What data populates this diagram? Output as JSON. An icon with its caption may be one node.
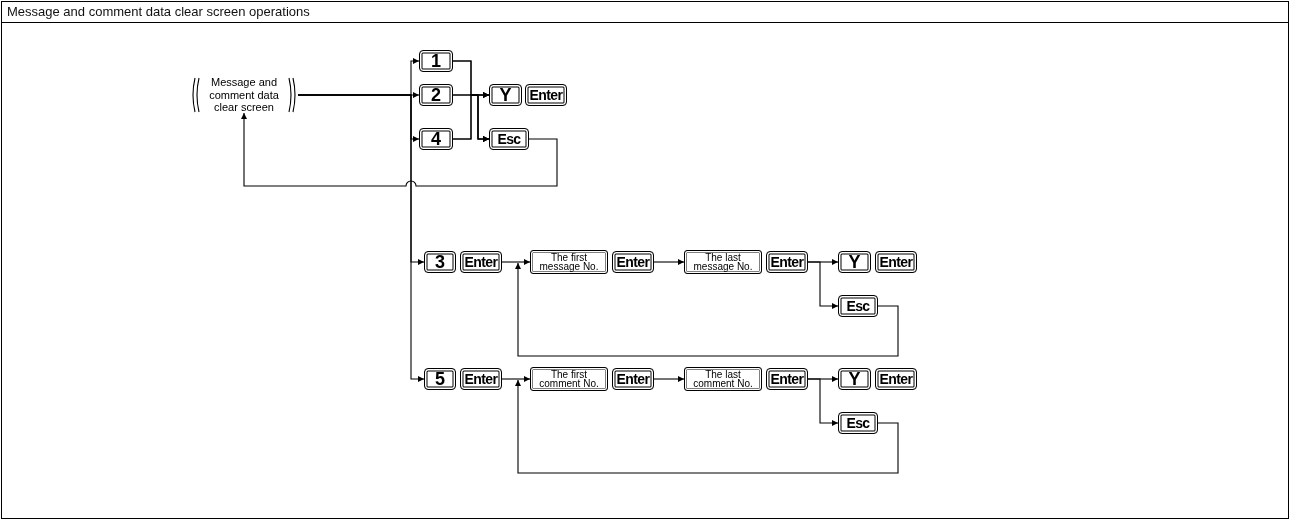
{
  "diagram": {
    "title": "Message and comment data clear screen operations",
    "nodes": [
      {
        "text": [
          "Message and comment data clear screen"
        ]
      },
      {
        "text": [
          "1"
        ]
      },
      {
        "text": [
          "2"
        ]
      },
      {
        "text": [
          "4"
        ]
      },
      {
        "text": [
          "Y"
        ]
      },
      {
        "text": [
          "Enter"
        ]
      },
      {
        "text": [
          "Esc"
        ]
      },
      {
        "text": [
          "3"
        ]
      },
      {
        "text": [
          "Enter"
        ]
      },
      {
        "text": [
          "The first message No."
        ]
      },
      {
        "text": [
          "Enter"
        ]
      },
      {
        "text": [
          "The last message No."
        ]
      },
      {
        "text": [
          "Enter"
        ]
      },
      {
        "text": [
          "Y"
        ]
      },
      {
        "text": [
          "Enter"
        ]
      },
      {
        "text": [
          "Esc"
        ]
      },
      {
        "text": [
          "5"
        ]
      },
      {
        "text": [
          "Enter"
        ]
      },
      {
        "text": [
          "The first comment No."
        ]
      },
      {
        "text": [
          "Enter"
        ]
      },
      {
        "text": [
          "The last comment No."
        ]
      },
      {
        "text": [
          "Enter"
        ]
      },
      {
        "text": [
          "Y"
        ]
      },
      {
        "text": [
          "Enter"
        ]
      },
      {
        "text": [
          "Esc"
        ]
      }
    ],
    "edges": [
      {
        "from": 0,
        "to": 1,
        "arrow": "to"
      },
      {
        "from": 0,
        "to": 2,
        "arrow": "to"
      },
      {
        "from": 0,
        "to": 3,
        "arrow": "to"
      },
      {
        "from": 0,
        "to": 7,
        "arrow": "to"
      },
      {
        "from": 0,
        "to": 16,
        "arrow": "to"
      },
      {
        "from": 1,
        "to": 4,
        "arrow": "to"
      },
      {
        "from": 2,
        "to": 4,
        "arrow": "to"
      },
      {
        "from": 3,
        "to": 4,
        "arrow": "to"
      },
      {
        "from": 1,
        "to": 6,
        "arrow": "to"
      },
      {
        "from": 2,
        "to": 6,
        "arrow": "to"
      },
      {
        "from": 3,
        "to": 6,
        "arrow": "to"
      },
      {
        "from": 6,
        "to": 0,
        "arrow": "to"
      },
      {
        "from": 8,
        "to": 9,
        "arrow": "to"
      },
      {
        "from": 10,
        "to": 11,
        "arrow": "to"
      },
      {
        "from": 12,
        "to": 13,
        "arrow": "to"
      },
      {
        "from": 12,
        "to": 15,
        "arrow": "to"
      },
      {
        "from": 15,
        "to": 9,
        "arrow": "to"
      },
      {
        "from": 17,
        "to": 18,
        "arrow": "to"
      },
      {
        "from": 19,
        "to": 20,
        "arrow": "to"
      },
      {
        "from": 21,
        "to": 22,
        "arrow": "to"
      },
      {
        "from": 21,
        "to": 24,
        "arrow": "to"
      },
      {
        "from": 24,
        "to": 18,
        "arrow": "to"
      }
    ]
  }
}
